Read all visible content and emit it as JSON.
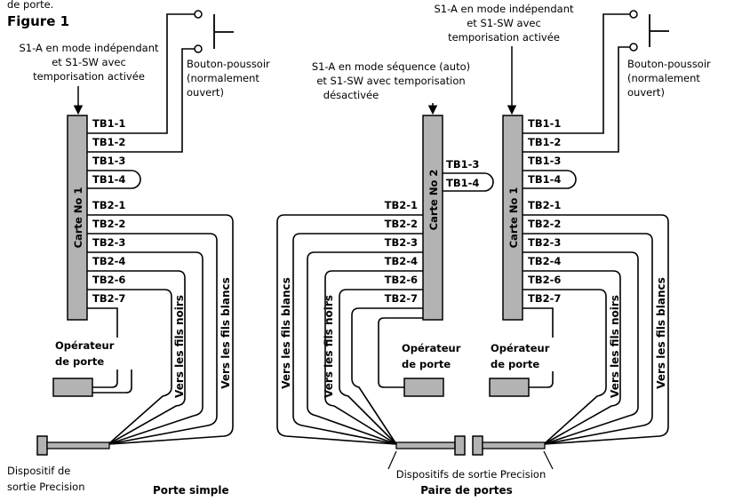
{
  "header": {
    "partial_text": "de porte.",
    "figure_title": "Figure 1"
  },
  "left": {
    "mode_note": [
      "S1-A en mode indépendant",
      "et S1-SW avec",
      "temporisation activée"
    ],
    "board_label": "Carte No 1",
    "terminals": [
      "TB1-1",
      "TB1-2",
      "TB1-3",
      "TB1-4",
      "TB2-1",
      "TB2-2",
      "TB2-3",
      "TB2-4",
      "TB2-6",
      "TB2-7"
    ],
    "button_label": [
      "Bouton-poussoir",
      "(normalement",
      "ouvert)"
    ],
    "operator_label": [
      "Opérateur",
      "de porte"
    ],
    "black_wires": "Vers les fils noirs",
    "white_wires": "Vers les fils blancs",
    "device_label": [
      "Dispositif de",
      "sortie Precision"
    ],
    "caption": "Porte simple"
  },
  "middle": {
    "mode_note": [
      "S1-A en mode séquence (auto)",
      "et S1-SW avec temporisation",
      "désactivée"
    ],
    "board_label": "Carte No 2",
    "terminals_tb1": [
      "TB1-3",
      "TB1-4"
    ],
    "terminals_tb2": [
      "TB2-1",
      "TB2-2",
      "TB2-3",
      "TB2-4",
      "TB2-6",
      "TB2-7"
    ],
    "operator_label": [
      "Opérateur",
      "de porte"
    ],
    "white_wires": "Vers les fils blancs",
    "black_wires": "Vers les fils noirs"
  },
  "right": {
    "mode_note": [
      "S1-A en mode indépendant",
      "et S1-SW avec",
      "temporisation activée"
    ],
    "board_label": "Carte No 1",
    "terminals": [
      "TB1-1",
      "TB1-2",
      "TB1-3",
      "TB1-4",
      "TB2-1",
      "TB2-2",
      "TB2-3",
      "TB2-4",
      "TB2-6",
      "TB2-7"
    ],
    "button_label": [
      "Bouton-poussoir",
      "(normalement",
      "ouvert)"
    ],
    "operator_label": [
      "Opérateur",
      "de porte"
    ],
    "black_wires": "Vers les fils noirs",
    "white_wires": "Vers les fils blancs"
  },
  "pair": {
    "devices_label": "Dispositifs de sortie Precision",
    "caption": "Paire de portes"
  },
  "colors": {
    "board_fill": "#b3b3b3",
    "line": "#000000"
  }
}
